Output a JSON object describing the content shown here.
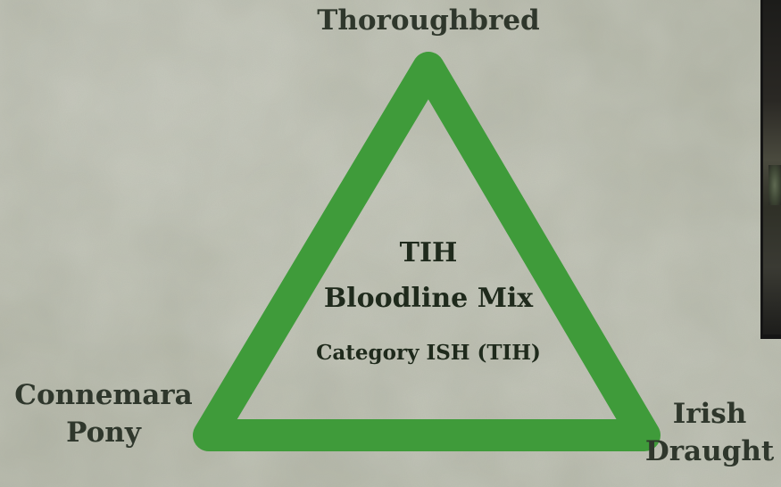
{
  "diagram": {
    "vertices": {
      "top": "Thoroughbred",
      "left_line1": "Connemara",
      "left_line2": "Pony",
      "right_line1": "Irish",
      "right_line2": "Draught"
    },
    "center": {
      "title": "TIH",
      "subtitle": "Bloodline Mix",
      "category": "Category ISH (TIH)"
    }
  },
  "colors": {
    "triangle_stroke": "#3f9b3a",
    "background": "#b8bbab",
    "vertex_text": "#2f372c",
    "center_text": "#1f2a1c",
    "photo_frame": "#151515"
  },
  "icons": {
    "photo": "horse-photo-thumbnail"
  }
}
